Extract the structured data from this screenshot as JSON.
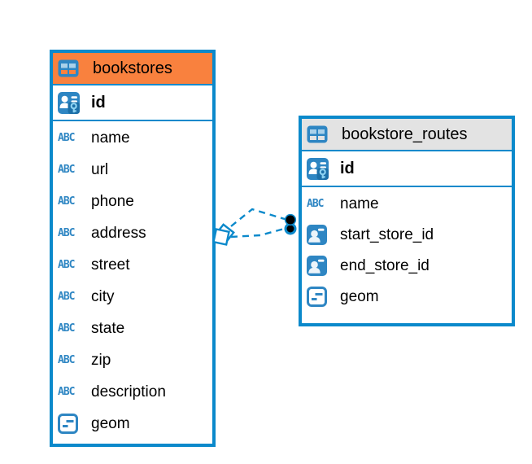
{
  "colors": {
    "accent": "#0B89CB",
    "icon_blue": "#2E86C3",
    "icon_blue_light": "#A9D1EA",
    "icon_blue_dark": "#1B6FA8",
    "icon_key": "#8ED3F2",
    "header_orange": "#F9813E",
    "header_gray": "#E3E3E3",
    "text": "#000000",
    "endpoint_black": "#000000",
    "canvas": "#FFFFFF"
  },
  "icons": {
    "text_glyph": "ABC"
  },
  "tables": [
    {
      "name": "bookstores",
      "header_style": "orange",
      "columns": [
        {
          "name": "id",
          "icon": "primary-key"
        },
        {
          "name": "name",
          "icon": "text"
        },
        {
          "name": "url",
          "icon": "text"
        },
        {
          "name": "phone",
          "icon": "text"
        },
        {
          "name": "address",
          "icon": "text"
        },
        {
          "name": "street",
          "icon": "text"
        },
        {
          "name": "city",
          "icon": "text"
        },
        {
          "name": "state",
          "icon": "text"
        },
        {
          "name": "zip",
          "icon": "text"
        },
        {
          "name": "description",
          "icon": "text"
        },
        {
          "name": "geom",
          "icon": "geometry"
        }
      ]
    },
    {
      "name": "bookstore_routes",
      "header_style": "gray",
      "columns": [
        {
          "name": "id",
          "icon": "primary-key"
        },
        {
          "name": "name",
          "icon": "text"
        },
        {
          "name": "start_store_id",
          "icon": "foreign-key"
        },
        {
          "name": "end_store_id",
          "icon": "foreign-key"
        },
        {
          "name": "geom",
          "icon": "geometry"
        }
      ]
    }
  ],
  "relationships": [
    {
      "from_table": "bookstores",
      "to_table": "bookstore_routes",
      "via": "start_store_id",
      "style": "dashed"
    },
    {
      "from_table": "bookstores",
      "to_table": "bookstore_routes",
      "via": "end_store_id",
      "style": "dashed"
    }
  ]
}
